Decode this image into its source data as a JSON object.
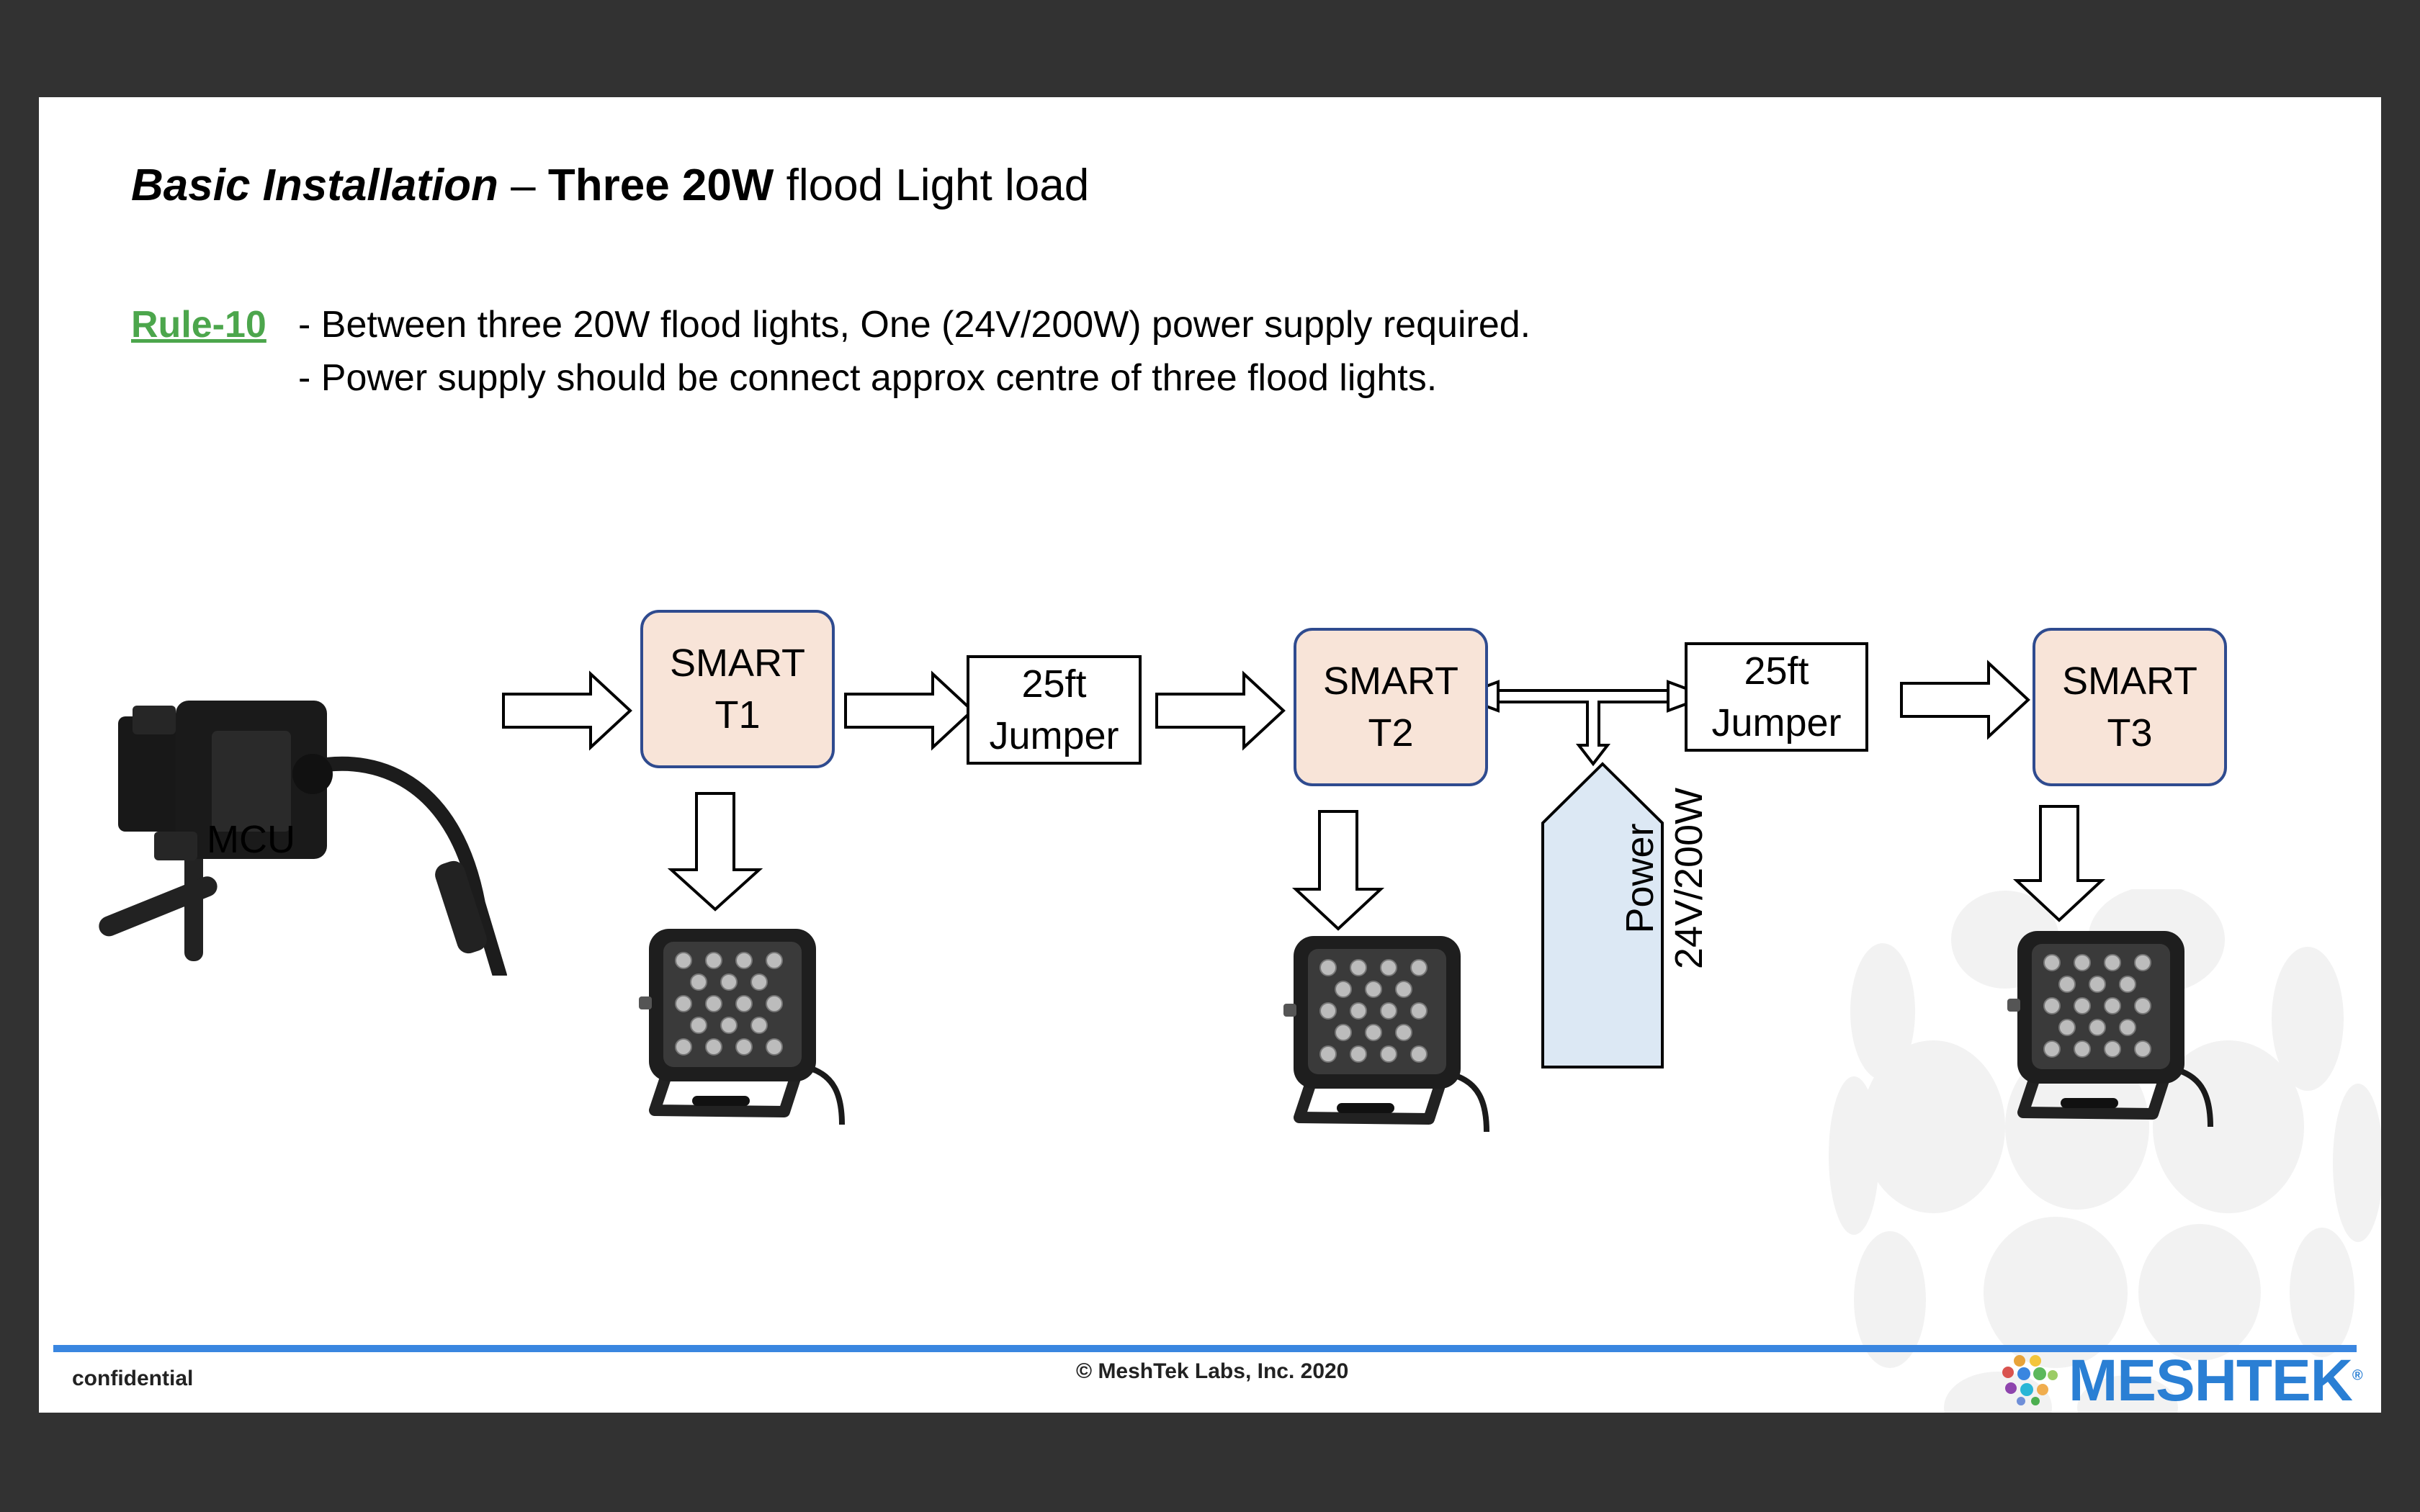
{
  "title": {
    "italic_part": "Basic Installation",
    "dash": " – ",
    "bold_part": "Three 20W",
    "rest": " flood Light load"
  },
  "rule": {
    "label": "Rule-10",
    "line1": "- Between three 20W flood lights, One (24V/200W) power supply required.",
    "line2": "- Power supply should be connect approx centre of three flood lights."
  },
  "diagram": {
    "mcu_label": "MCU",
    "smart_t1": {
      "line1": "SMART",
      "line2": "T1"
    },
    "smart_t2": {
      "line1": "SMART",
      "line2": "T2"
    },
    "smart_t3": {
      "line1": "SMART",
      "line2": "T3"
    },
    "jumper_1": {
      "line1": "25ft",
      "line2": "Jumper"
    },
    "jumper_2": {
      "line1": "25ft",
      "line2": "Jumper"
    },
    "power": {
      "line1": "Power",
      "line2": "24V/200W"
    }
  },
  "footer": {
    "confidential": "confidential",
    "copyright": "© MeshTek Labs, Inc. 2020",
    "brand": "MESHTEK",
    "reg": "®"
  },
  "colors": {
    "smart_fill": "#f8e4d8",
    "smart_border": "#2f4b8f",
    "power_fill": "#dce8f4",
    "rule_label": "#4ca64c",
    "footer_line": "#3a86e0",
    "brand": "#2a7fd4"
  }
}
